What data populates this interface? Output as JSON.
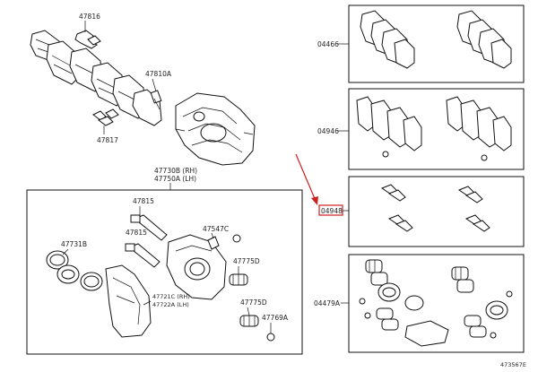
{
  "labels": {
    "p47816": "47816",
    "p47810a": "47810A",
    "p47817": "47817",
    "p47730b": "47730B (RH)",
    "p47750a": "47750A (LH)",
    "p47815": "47815",
    "p47547c": "47547C",
    "p47731b": "47731B",
    "p47775d_top": "47775D",
    "p47721c": "47721C (RH)",
    "p47722a": "47722A (LH)",
    "p47775d_bot": "47775D",
    "p47769a": "47769A",
    "p04466": "04466",
    "p04946": "04946",
    "p04948": "04948",
    "p04479a": "04479A",
    "figure_code": "473567E"
  },
  "highlight_color": "#d11f1f"
}
